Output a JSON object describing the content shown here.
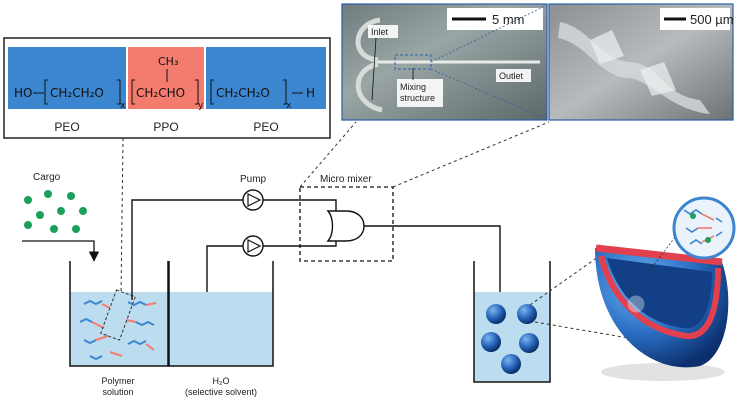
{
  "colors": {
    "peo_block": "#3b86cf",
    "ppo_block": "#f37c6f",
    "water": "#bcdcef",
    "particle": "#1f56a8",
    "cargo": "#1aa05a"
  },
  "copolymer": {
    "left_end": "HO",
    "peo_unit": "CH₂CH₂O",
    "ppo_unit": "CH₂CHO",
    "ppo_methyl": "CH₃",
    "right_end": "H",
    "sub_x": "x",
    "sub_y": "y",
    "labels": [
      "PEO",
      "PPO",
      "PEO"
    ]
  },
  "photos": {
    "left": {
      "scale_label": "5 mm",
      "callouts": [
        "Inlet",
        "Mixing structure",
        "Outlet"
      ]
    },
    "right": {
      "scale_label": "500 µm"
    }
  },
  "process": {
    "cargo_label": "Cargo",
    "pump_label": "Pump",
    "mixer_label": "Micro mixer",
    "polymer_beaker_label": [
      "Polymer",
      "solution"
    ],
    "water_beaker_label": [
      "H₂O",
      "(selective solvent)"
    ]
  }
}
